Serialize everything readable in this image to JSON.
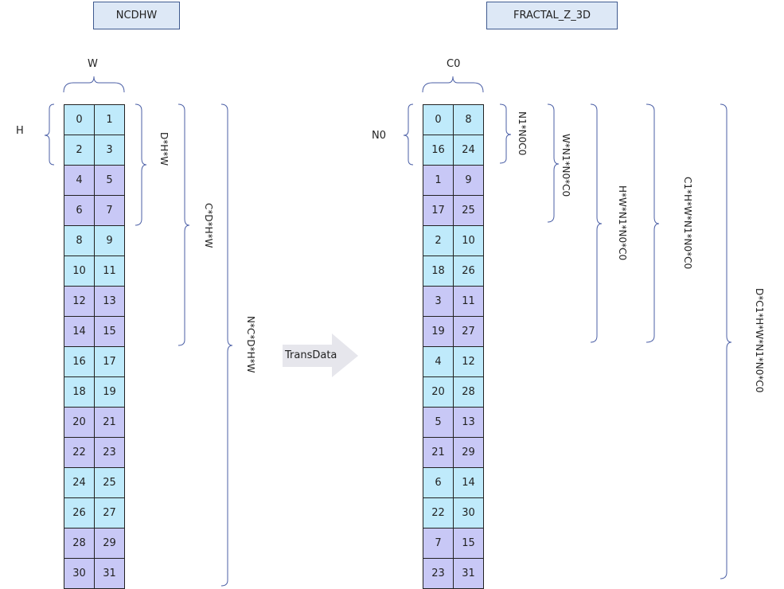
{
  "left": {
    "header": "NCDHW",
    "width_label": "W",
    "height_label": "H",
    "cells": [
      "0",
      "1",
      "2",
      "3",
      "4",
      "5",
      "6",
      "7",
      "8",
      "9",
      "10",
      "11",
      "12",
      "13",
      "14",
      "15",
      "16",
      "17",
      "18",
      "19",
      "20",
      "21",
      "22",
      "23",
      "24",
      "25",
      "26",
      "27",
      "28",
      "29",
      "30",
      "31"
    ],
    "dim_labels": [
      "D*H*W",
      "C*D*H*W",
      "N*C*D*H*W"
    ]
  },
  "arrow": {
    "label": "TransData"
  },
  "right": {
    "header": "FRACTAL_Z_3D",
    "width_label": "C0",
    "height_label": "N0",
    "cells": [
      "0",
      "8",
      "16",
      "24",
      "1",
      "9",
      "17",
      "25",
      "2",
      "10",
      "18",
      "26",
      "3",
      "11",
      "19",
      "27",
      "4",
      "12",
      "20",
      "28",
      "5",
      "13",
      "21",
      "29",
      "6",
      "14",
      "22",
      "30",
      "7",
      "15",
      "23",
      "31"
    ],
    "dim_labels": [
      "N1*N0C0",
      "W*N1*N0*C0",
      "H*W*N1*N0*C0",
      "C1*H*W*N1*N0*C0",
      "D*C1*H*W*N1*N0*C0"
    ]
  },
  "colors": {
    "cell_light": "#bfeafb",
    "cell_purple": "#c8c8f6",
    "bracket": "#4b5fa6",
    "header_bg": "#dde8f6",
    "arrow": "#e6e6ec"
  }
}
